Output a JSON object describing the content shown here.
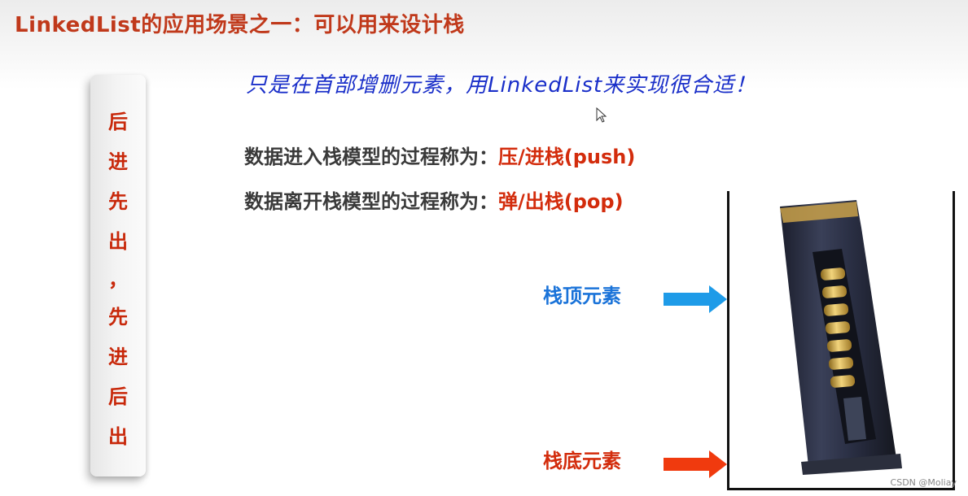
{
  "title": "LinkedList的应用场景之一：可以用来设计栈",
  "sidebar": {
    "chars": [
      "后",
      "进",
      "先",
      "出",
      "，",
      "先",
      "进",
      "后",
      "出"
    ]
  },
  "subtitle": "只是在首部增删元素，用LinkedList来实现很合适！",
  "push_row": {
    "label": "数据进入栈模型的过程称为：",
    "value": "压/进栈(push)"
  },
  "pop_row": {
    "label": "数据离开栈模型的过程称为：",
    "value": "弹/出栈(pop)"
  },
  "top_arrow": {
    "label": "栈顶元素",
    "color": "#1a73d9",
    "arrow_color": "#1e9be8"
  },
  "bottom_arrow": {
    "label": "栈底元素",
    "color": "#d32c0c",
    "arrow_color": "#f03a0e"
  },
  "colors": {
    "title": "#c0391b",
    "sidebar_text": "#c8280a",
    "subtitle": "#1a2fc9",
    "highlight": "#d32c0c"
  },
  "watermark": "CSDN @Moliay"
}
